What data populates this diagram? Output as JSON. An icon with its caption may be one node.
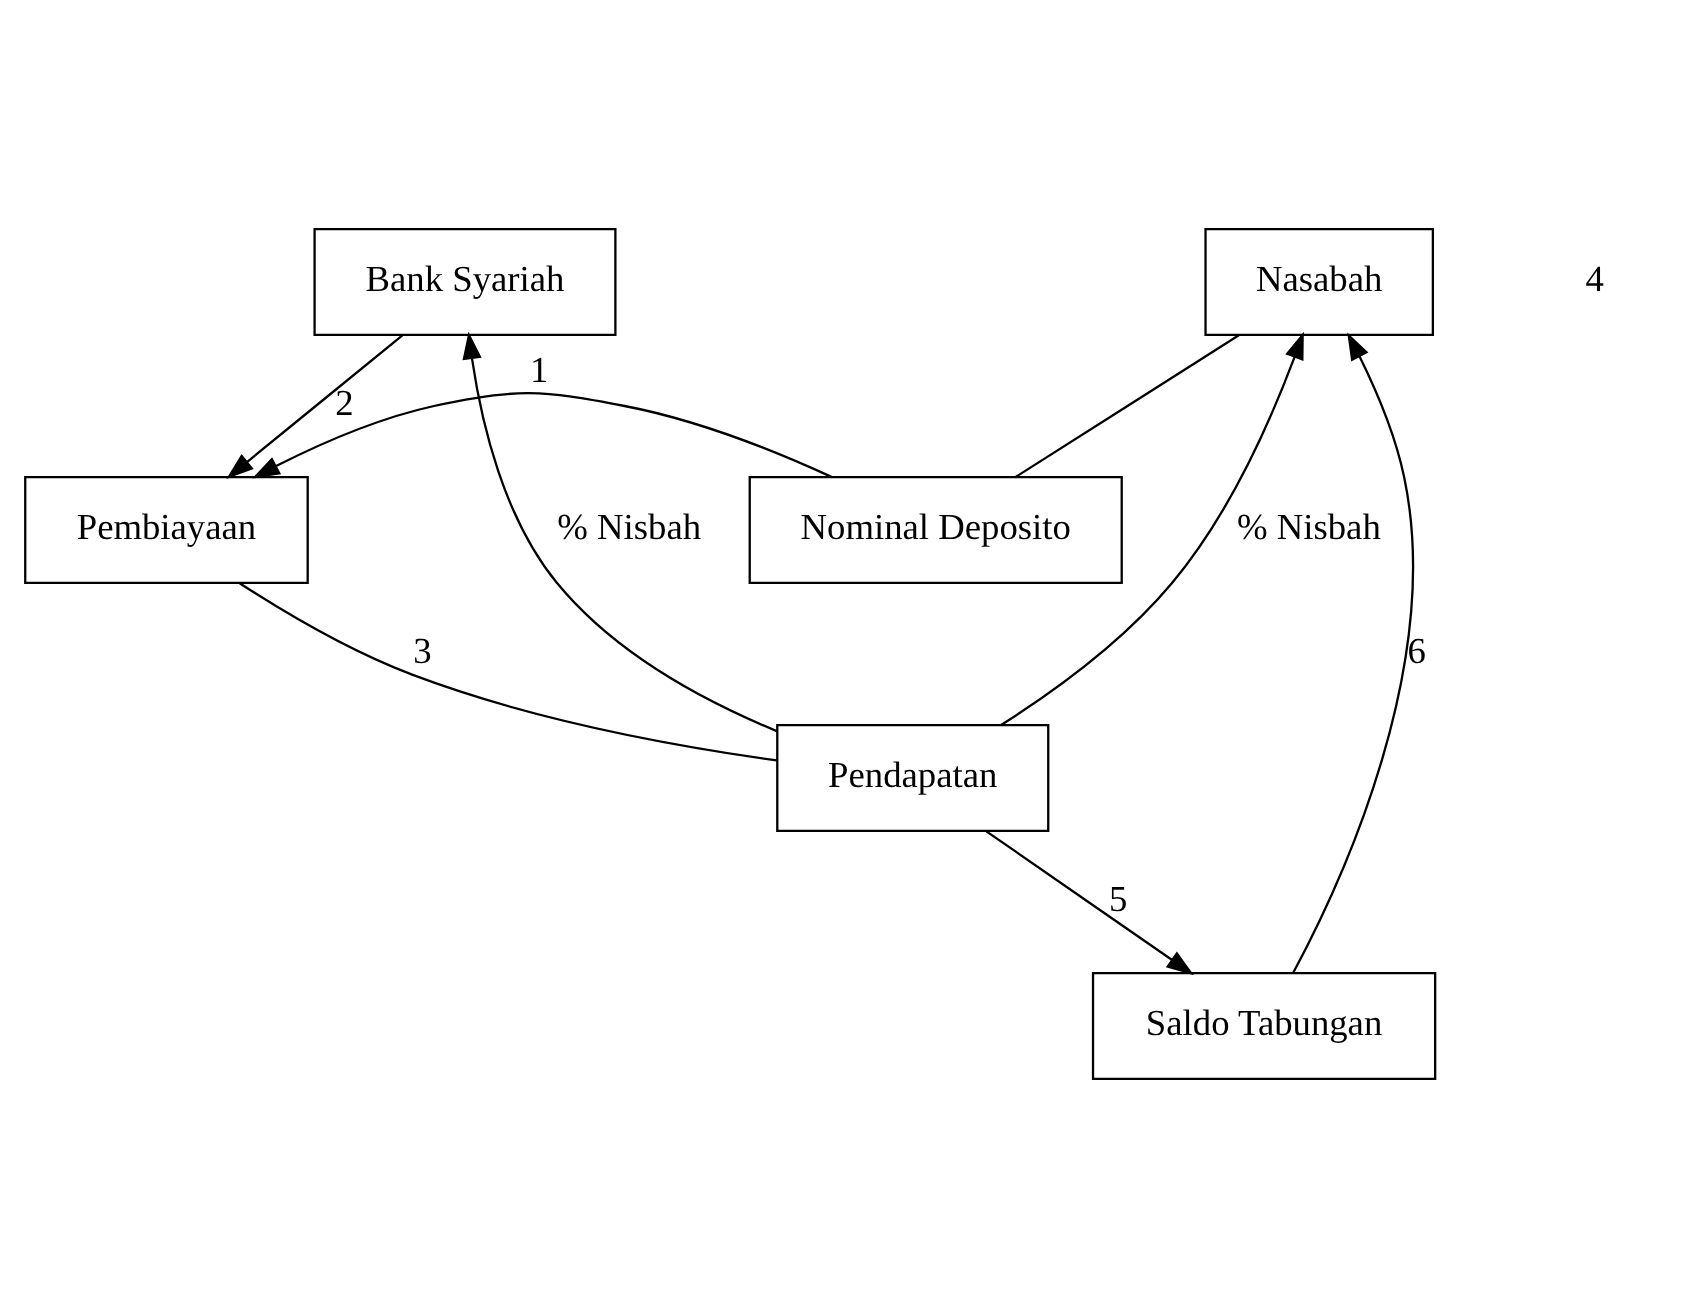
{
  "diagram": {
    "nodes": [
      {
        "text": [
          "Bank Syariah"
        ]
      },
      {
        "text": [
          "Nasabah"
        ]
      },
      {
        "text": [
          "Nominal Deposito"
        ]
      },
      {
        "text": [
          "Pembiayaan"
        ]
      },
      {
        "text": [
          "Pendapatan"
        ]
      },
      {
        "text": [
          "Saldo Tabungan"
        ]
      }
    ],
    "edges": [
      {
        "from": 0,
        "to": 3,
        "arrow": "to",
        "label": "2"
      },
      {
        "from": 1,
        "to": 2,
        "arrow": "none"
      },
      {
        "from": 2,
        "to": 3,
        "arrow": "to",
        "label": "1"
      },
      {
        "from": 3,
        "to": 4,
        "arrow": "none",
        "label": "3"
      },
      {
        "from": 4,
        "to": 0,
        "arrow": "to",
        "label": "% Nisbah"
      },
      {
        "from": 4,
        "to": 1,
        "arrow": "to",
        "label": "% Nisbah"
      },
      {
        "from": 4,
        "to": 5,
        "arrow": "to",
        "label": "5"
      },
      {
        "from": 5,
        "to": 1,
        "arrow": "to",
        "label": "6"
      }
    ],
    "labels": [
      "4"
    ]
  }
}
